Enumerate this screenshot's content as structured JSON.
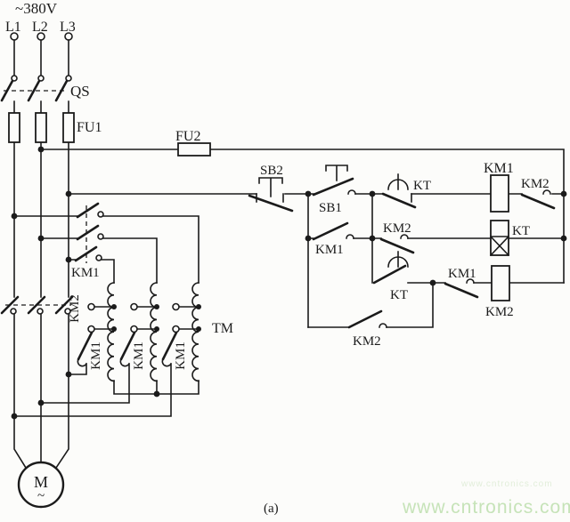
{
  "supply": {
    "voltage": "~380V",
    "phases": [
      "L1",
      "L2",
      "L3"
    ]
  },
  "components": {
    "disconnect_switch": "QS",
    "main_fuse": "FU1",
    "control_fuse": "FU2",
    "stop_button": "SB2",
    "start_button": "SB1",
    "start_contactor": "KM1",
    "run_contactor": "KM2",
    "time_relay": "KT",
    "autotransformer": "TM",
    "motor": "M",
    "motor_ac_mark": "~"
  },
  "figure_caption": "(a)",
  "watermark": {
    "text": "www.cntronics.com",
    "color": "#c6e3b8"
  },
  "colors": {
    "background": "#fcfcfa",
    "line": "#1b1b1b"
  }
}
